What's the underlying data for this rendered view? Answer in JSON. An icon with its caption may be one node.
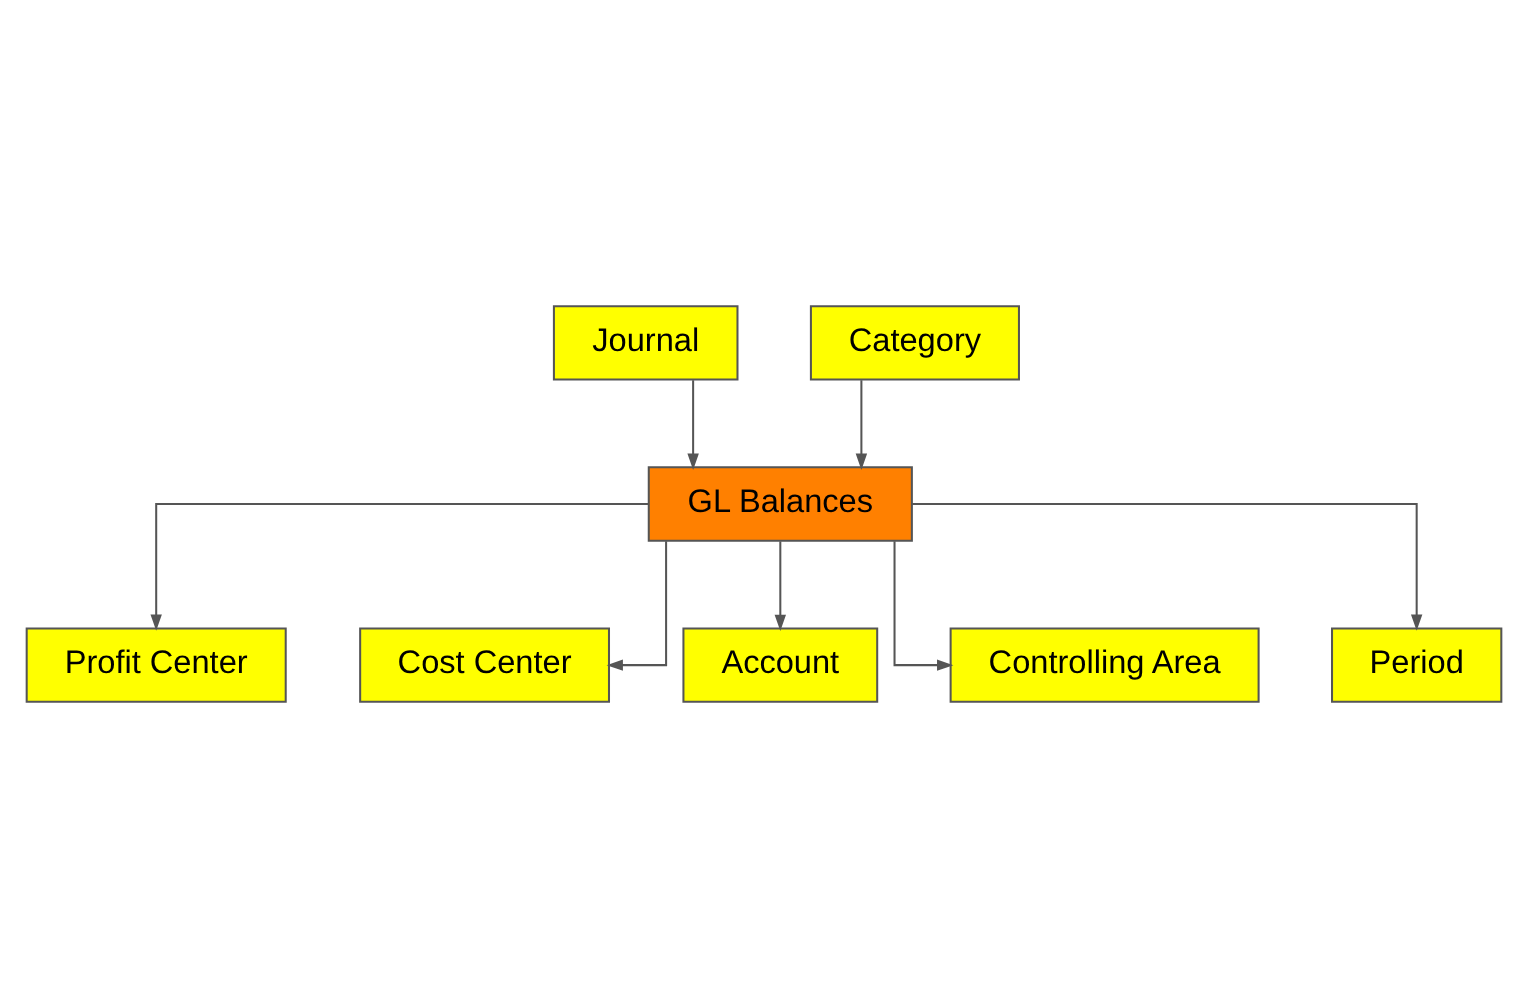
{
  "diagram": {
    "nodes": [
      {
        "text": [
          "Profit Center"
        ]
      },
      {
        "text": [
          "Cost Center"
        ]
      },
      {
        "text": [
          "Account"
        ]
      },
      {
        "text": [
          "Controlling Area"
        ]
      },
      {
        "text": [
          "GL Balances"
        ]
      },
      {
        "text": [
          "Journal"
        ]
      },
      {
        "text": [
          "Category"
        ]
      },
      {
        "text": [
          "Period"
        ]
      }
    ],
    "edges": [
      {
        "from": 4,
        "to": 0,
        "arrow": "to"
      },
      {
        "from": 4,
        "to": 1,
        "arrow": "to"
      },
      {
        "from": 4,
        "to": 2,
        "arrow": "to"
      },
      {
        "from": 4,
        "to": 3,
        "arrow": "to"
      },
      {
        "from": 5,
        "to": 4,
        "arrow": "to"
      },
      {
        "from": 6,
        "to": 4,
        "arrow": "to"
      },
      {
        "from": 4,
        "to": 7,
        "arrow": "to"
      }
    ]
  }
}
